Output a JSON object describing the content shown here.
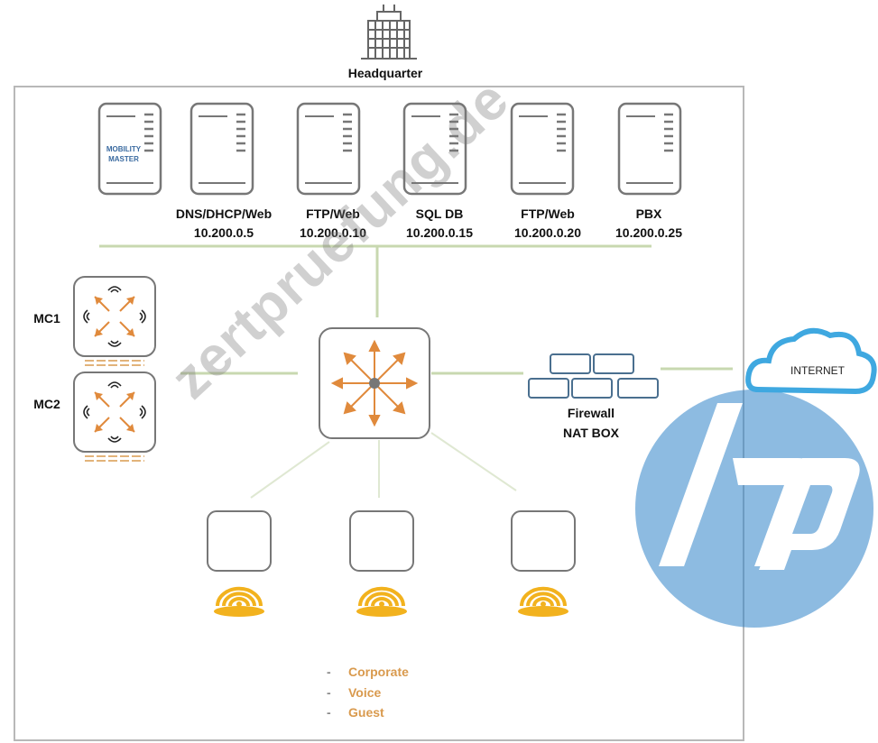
{
  "site": {
    "title": "Headquarter"
  },
  "servers": [
    {
      "id": "mobility-master",
      "label_lines": [
        "MOBILITY",
        "MASTER"
      ],
      "name": "",
      "ip": ""
    },
    {
      "id": "dns-dhcp-web",
      "name": "DNS/DHCP/Web",
      "ip": "10.200.0.5"
    },
    {
      "id": "ftp-web-1",
      "name": "FTP/Web",
      "ip": "10.200.0.10"
    },
    {
      "id": "sql-db",
      "name": "SQL DB",
      "ip": "10.200.0.15"
    },
    {
      "id": "ftp-web-2",
      "name": "FTP/Web",
      "ip": "10.200.0.20"
    },
    {
      "id": "pbx",
      "name": "PBX",
      "ip": "10.200.0.25"
    }
  ],
  "controllers": [
    {
      "id": "mc1",
      "label": "MC1"
    },
    {
      "id": "mc2",
      "label": "MC2"
    }
  ],
  "firewall": {
    "line1": "Firewall",
    "line2": "NAT BOX"
  },
  "internet": {
    "label": "INTERNET"
  },
  "ssids": [
    "Corporate",
    "Voice",
    "Guest"
  ],
  "ssid_bullet": "-",
  "watermark": {
    "text": "zertpruefung.de"
  },
  "colors": {
    "accent_orange": "#e08a3c",
    "ap_yellow": "#f2b21e",
    "line_green": "#c8d8b0",
    "cloud_blue": "#3fa8e0",
    "hp_blue": "#2f84c8",
    "ssid_orange": "#d99a4e"
  }
}
